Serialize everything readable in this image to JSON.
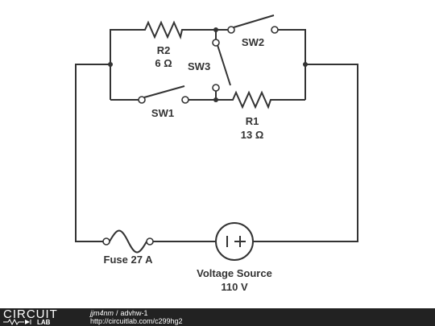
{
  "components": {
    "r2": {
      "name": "R2",
      "value": "6 Ω"
    },
    "r1": {
      "name": "R1",
      "value": "13 Ω"
    },
    "sw1": {
      "name": "SW1"
    },
    "sw2": {
      "name": "SW2"
    },
    "sw3": {
      "name": "SW3"
    },
    "fuse": {
      "name": "Fuse 27 A"
    },
    "source": {
      "name": "Voltage Source",
      "value": "110 V"
    }
  },
  "footer": {
    "logo_top": "CIRCUIT",
    "logo_bottom": "LAB",
    "user": "jjm4nm",
    "separator": "/",
    "title": "advhw-1",
    "url": "http://circuitlab.com/c299hg2"
  },
  "colors": {
    "line": "#333333",
    "footer_bg": "#222222",
    "footer_text": "#ffffff"
  }
}
